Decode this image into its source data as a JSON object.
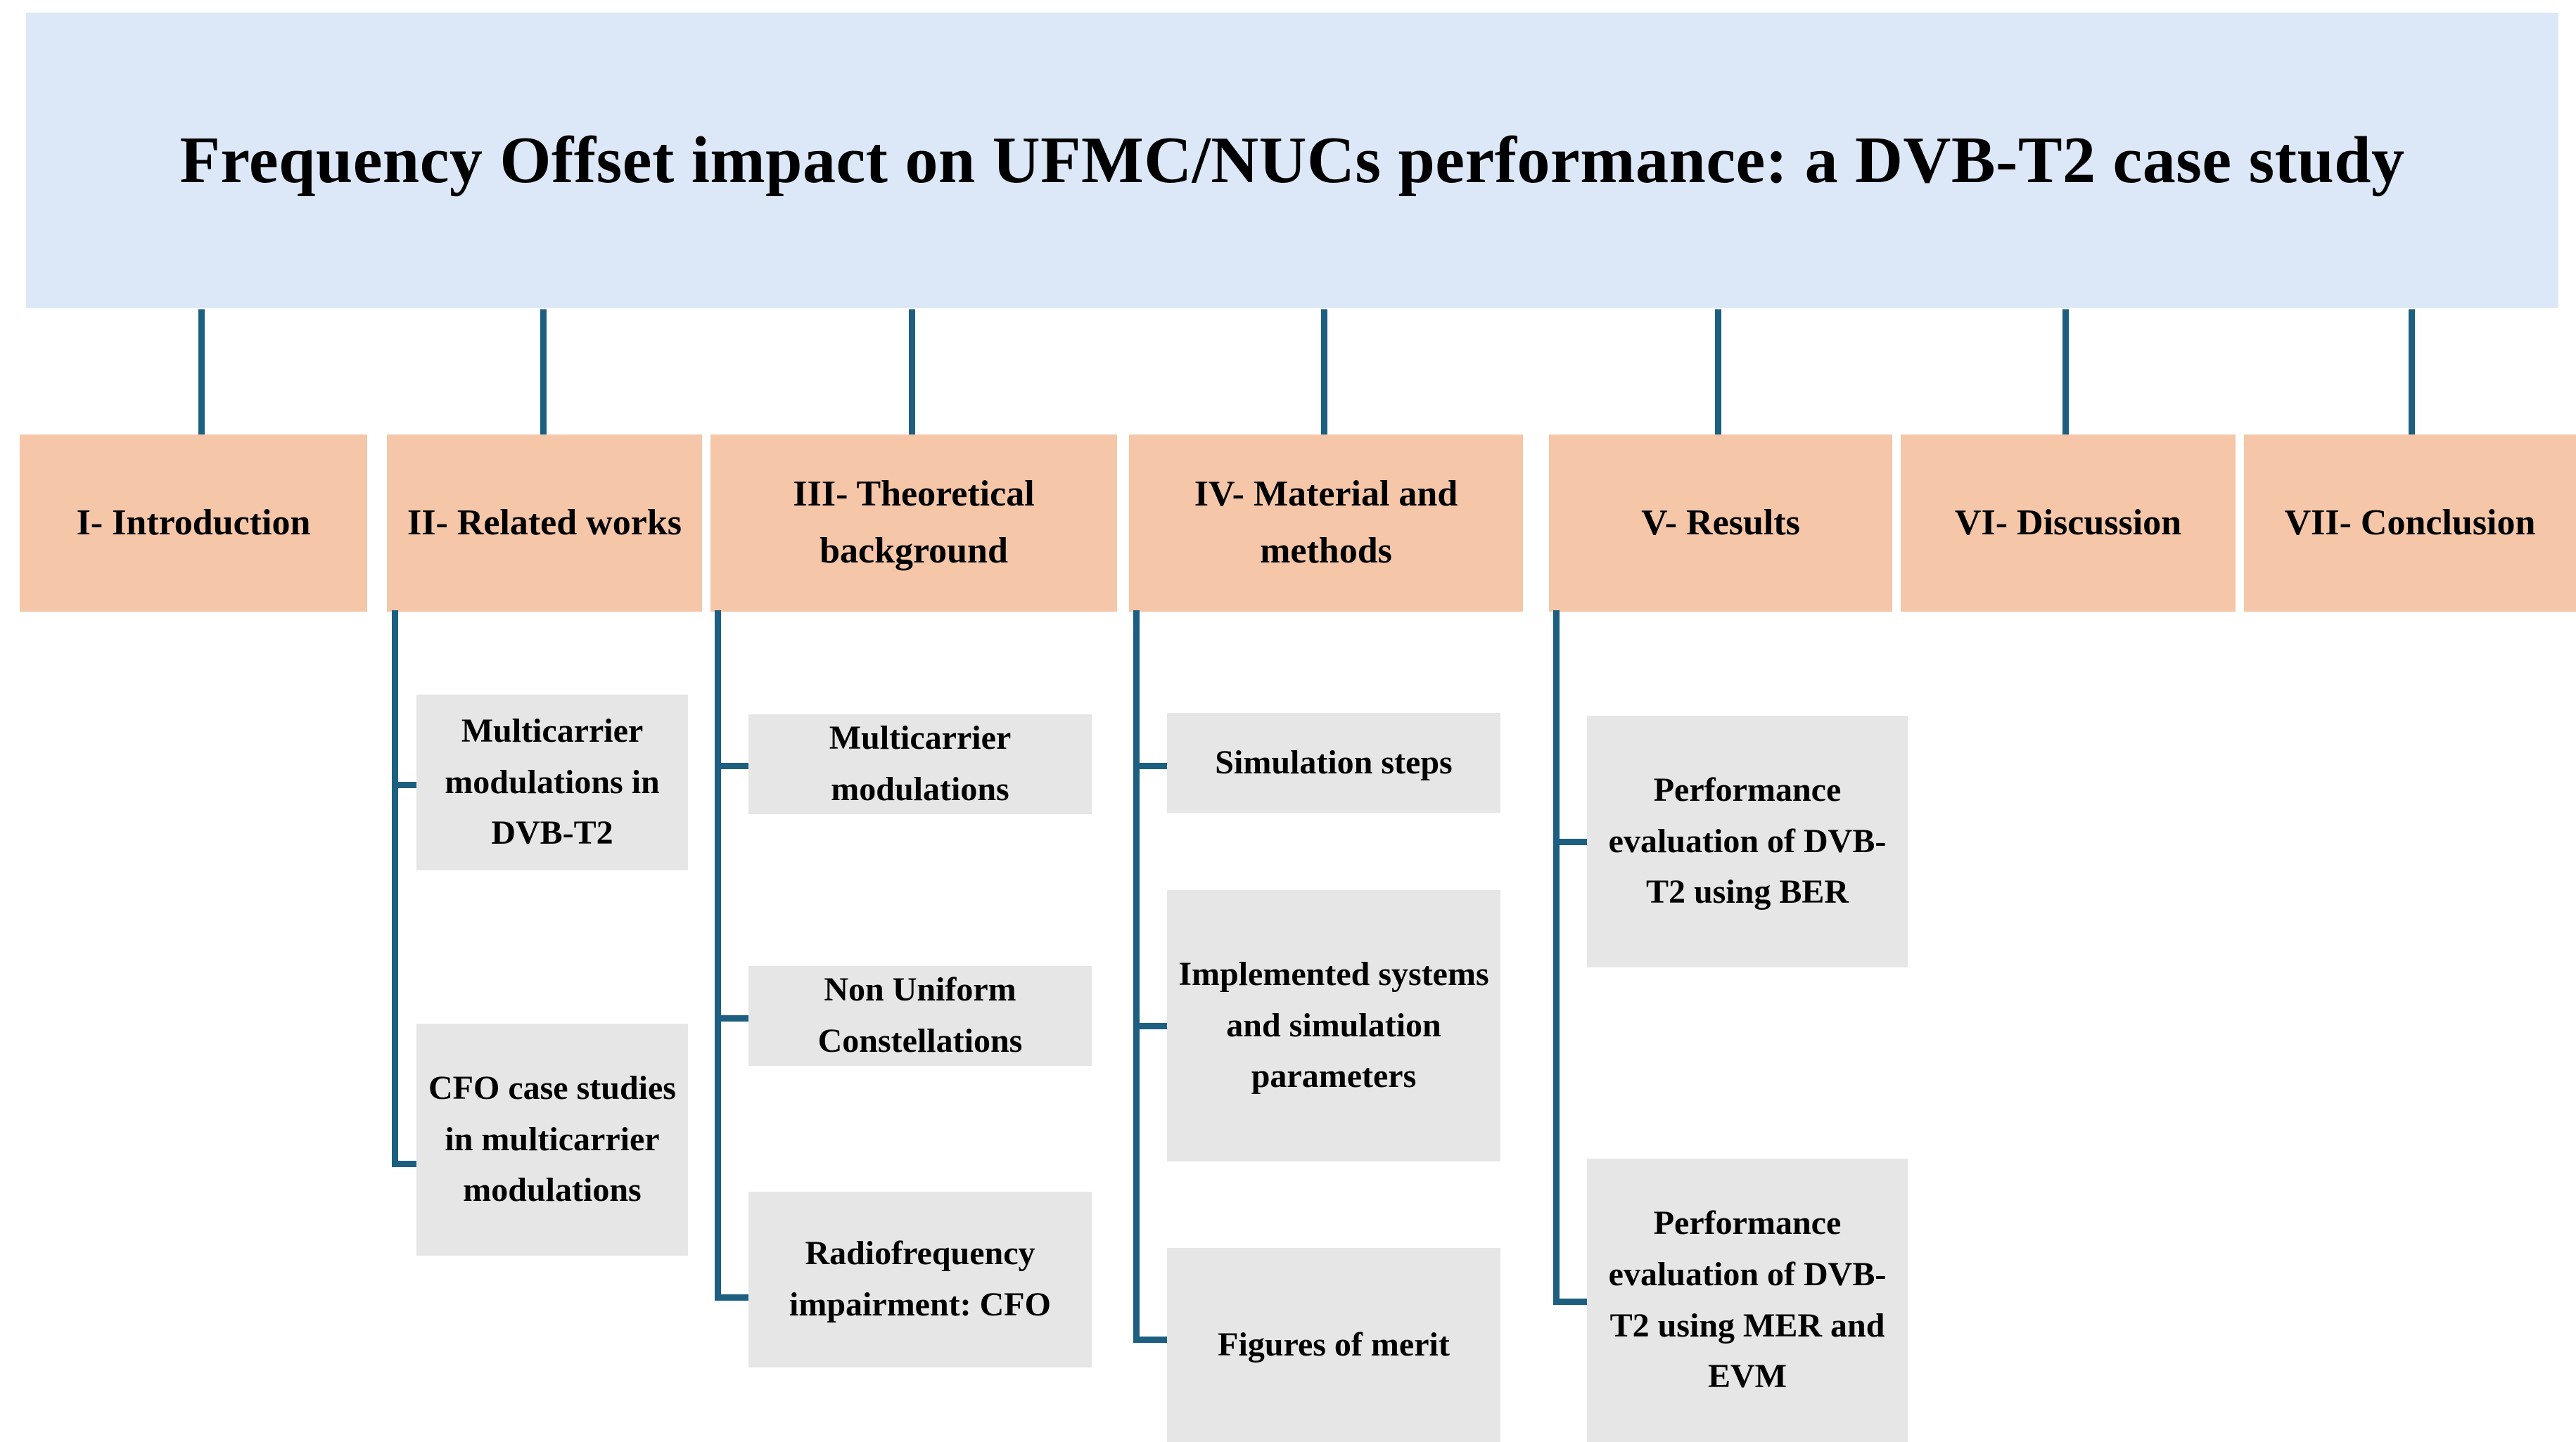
{
  "header": {
    "title": "Frequency Offset impact on UFMC/NUCs performance: a DVB-T2 case study",
    "background_color": "#dce8f7"
  },
  "theme": {
    "connector_color": "#1c5f81",
    "section_color": "#f5c6a8",
    "subsection_color": "#e6e6e6",
    "page_background": "#ffffff",
    "text_color": "#000000"
  },
  "sections": [
    {
      "id": "introduction",
      "label": "I- Introduction",
      "subsections": []
    },
    {
      "id": "related-works",
      "label": "II- Related works",
      "subsections": [
        {
          "id": "multicarrier-modulations-in-dvb-t2",
          "label": "Multicarrier modulations in DVB-T2"
        },
        {
          "id": "cfo-case-studies-in-multicarrier-modulations",
          "label": "CFO case studies in multicarrier modulations"
        }
      ]
    },
    {
      "id": "theoretical-background",
      "label": "III- Theoretical background",
      "subsections": [
        {
          "id": "multicarrier-modulations",
          "label": "Multicarrier modulations"
        },
        {
          "id": "non-uniform-constellations",
          "label": "Non Uniform Constellations"
        },
        {
          "id": "radiofrequency-impairment-cfo",
          "label": "Radiofrequency impairment: CFO"
        }
      ]
    },
    {
      "id": "material-and-methods",
      "label": "IV- Material and methods",
      "subsections": [
        {
          "id": "simulation-steps",
          "label": "Simulation steps"
        },
        {
          "id": "implemented-systems-and-simulation-parameters",
          "label": "Implemented systems and simulation parameters"
        },
        {
          "id": "figures-of-merit",
          "label": "Figures of merit"
        }
      ]
    },
    {
      "id": "results",
      "label": "V- Results",
      "subsections": [
        {
          "id": "performance-evaluation-ber",
          "label": "Performance evaluation of DVB-T2 using BER"
        },
        {
          "id": "performance-evaluation-mer-evm",
          "label": "Performance evaluation of DVB-T2 using MER and EVM"
        }
      ]
    },
    {
      "id": "discussion",
      "label": "VI- Discussion",
      "subsections": []
    },
    {
      "id": "conclusion",
      "label": "VII- Conclusion",
      "subsections": []
    }
  ]
}
